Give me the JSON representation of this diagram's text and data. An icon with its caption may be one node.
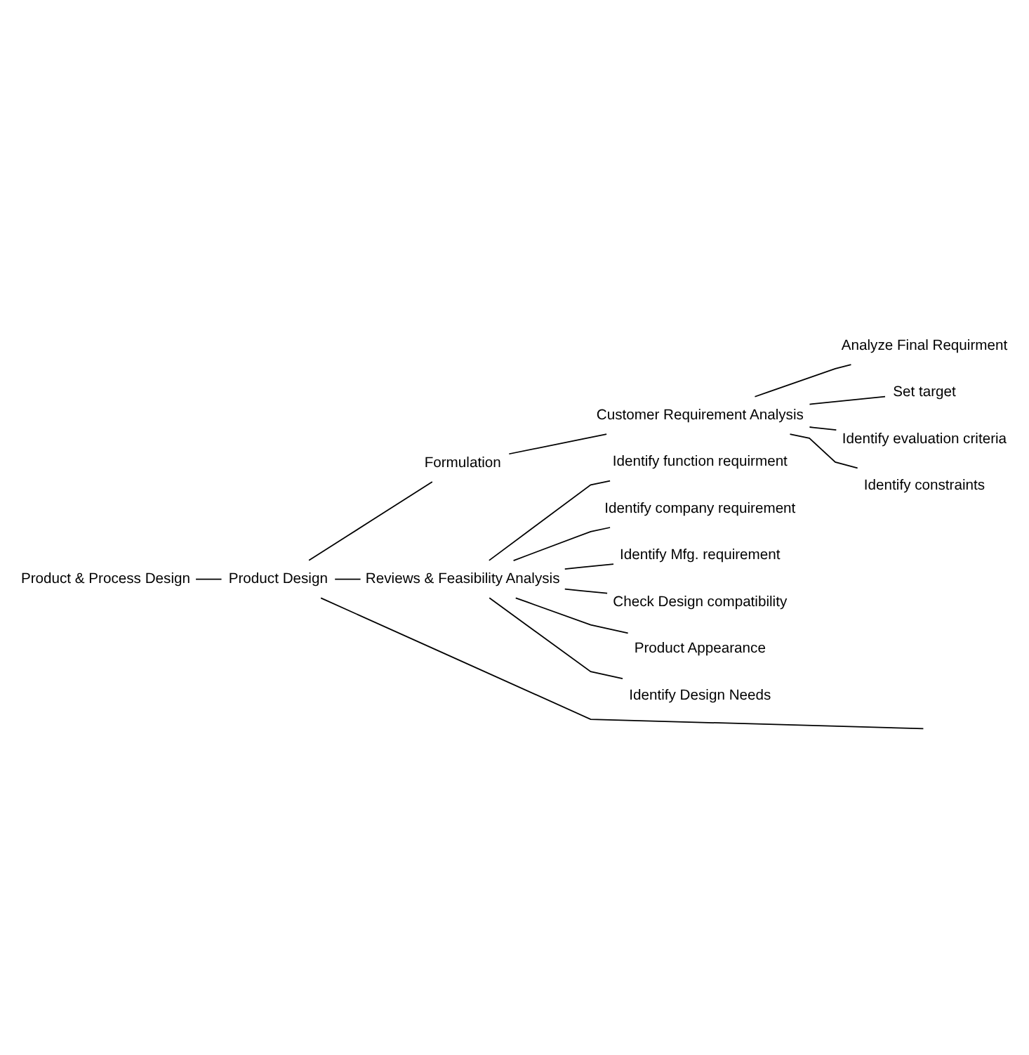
{
  "diagram": {
    "nodes": [
      {
        "text": [
          "Product & Process Design"
        ]
      },
      {
        "text": [
          "Product Design"
        ]
      },
      {
        "text": [
          "Formulation"
        ]
      },
      {
        "text": [
          "Customer Requirement Analysis"
        ]
      },
      {
        "text": [
          "Analyze Final Requirment"
        ]
      },
      {
        "text": [
          "Set target"
        ]
      },
      {
        "text": [
          "Identify evaluation criteria"
        ]
      },
      {
        "text": [
          "Identify constraints"
        ]
      },
      {
        "text": [
          "Reviews & Feasibility Analysis"
        ]
      },
      {
        "text": [
          "Identify function requirment"
        ]
      },
      {
        "text": [
          "Identify company requirement"
        ]
      },
      {
        "text": [
          "Identify Mfg. requirement"
        ]
      },
      {
        "text": [
          "Check Design compatibility"
        ]
      },
      {
        "text": [
          "Product Appearance"
        ]
      },
      {
        "text": [
          "Identify Design Needs"
        ]
      }
    ],
    "edges": [
      {
        "from": 0,
        "to": 1,
        "arrow": "none"
      },
      {
        "from": 1,
        "to": 2,
        "arrow": "none"
      },
      {
        "from": 2,
        "to": 3,
        "arrow": "none"
      },
      {
        "from": 3,
        "to": 4,
        "arrow": "none"
      },
      {
        "from": 3,
        "to": 5,
        "arrow": "none"
      },
      {
        "from": 3,
        "to": 6,
        "arrow": "none"
      },
      {
        "from": 3,
        "to": 7,
        "arrow": "none"
      },
      {
        "from": 1,
        "to": 8,
        "arrow": "none"
      },
      {
        "from": 8,
        "to": 9,
        "arrow": "none"
      },
      {
        "from": 8,
        "to": 10,
        "arrow": "none"
      },
      {
        "from": 8,
        "to": 11,
        "arrow": "none"
      },
      {
        "from": 8,
        "to": 12,
        "arrow": "none"
      },
      {
        "from": 8,
        "to": 13,
        "arrow": "none"
      },
      {
        "from": 8,
        "to": 14,
        "arrow": "none"
      },
      {
        "from": 1,
        "to": null,
        "arrow": "none"
      }
    ]
  }
}
